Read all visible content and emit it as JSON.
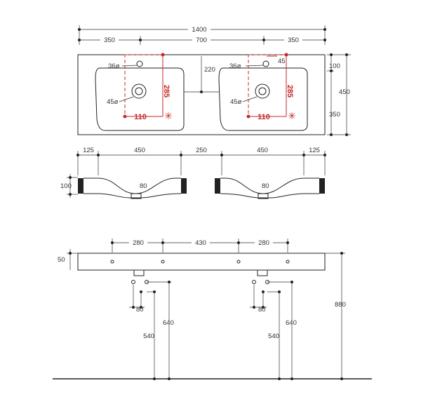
{
  "top_view": {
    "overall_width": "1400",
    "segments": [
      "350",
      "700",
      "350"
    ],
    "center_gap": "220",
    "depth": "450",
    "depth_front": "100",
    "depth_back": "350",
    "left_basin": {
      "tap_hole": "36ø",
      "waste": "45ø",
      "red_vertical": "285",
      "red_horizontal": "110"
    },
    "right_basin": {
      "tap_hole": "36ø",
      "tap_offset": "45",
      "waste": "45ø",
      "red_vertical": "285",
      "red_horizontal": "110"
    }
  },
  "section_view": {
    "segments": [
      "125",
      "450",
      "250",
      "450",
      "125"
    ],
    "height": "100",
    "drain_left": "80",
    "drain_right": "80"
  },
  "front_view": {
    "segments": [
      "280",
      "430",
      "280"
    ],
    "thickness": "50",
    "total_height": "880",
    "left_legs": {
      "drain_offset": "80",
      "height_a": "540",
      "height_b": "640"
    },
    "right_legs": {
      "drain_offset": "80",
      "height_a": "540",
      "height_b": "640"
    }
  }
}
